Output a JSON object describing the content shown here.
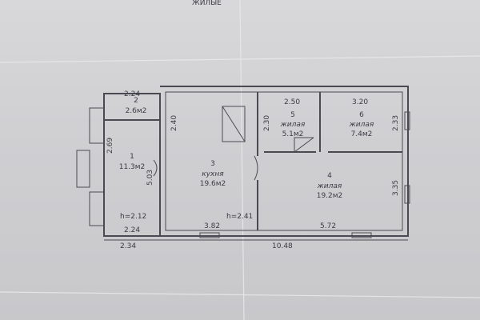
{
  "header_fragment": "ЖИЛЫЕ",
  "rooms": [
    {
      "num": "1",
      "type": "",
      "area": "11.3м2"
    },
    {
      "num": "2",
      "type": "",
      "area": "2.6м2"
    },
    {
      "num": "3",
      "type": "кухня",
      "area": "19.6м2"
    },
    {
      "num": "4",
      "type": "жилая",
      "area": "19.2м2"
    },
    {
      "num": "5",
      "type": "жилая",
      "area": "5.1м2"
    },
    {
      "num": "6",
      "type": "жилая",
      "area": "7.4м2"
    }
  ],
  "heights": {
    "h1": "h=2.12",
    "h2": "h=2.41"
  },
  "dimensions": {
    "d224_top": "2.24",
    "d269": "2.69",
    "d503": "5.03",
    "d224_bottom": "2.24",
    "d234": "2.34",
    "d240": "2.40",
    "d382": "3.82",
    "d230": "2.30",
    "d250": "2.50",
    "d320": "3.20",
    "d233": "2.33",
    "d335": "3.35",
    "d572": "5.72",
    "d1048": "10.48"
  }
}
